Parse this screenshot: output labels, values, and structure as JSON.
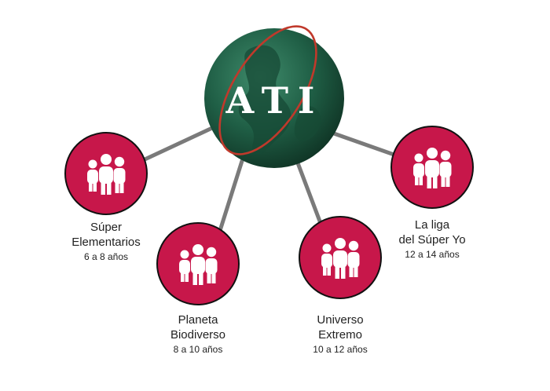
{
  "hub": {
    "title": "ATI"
  },
  "groups": [
    {
      "name_line1": "Súper",
      "name_line2": "Elementarios",
      "age": "6 a 8 años"
    },
    {
      "name_line1": "Planeta",
      "name_line2": "Biodiverso",
      "age": "8 a 10 años"
    },
    {
      "name_line1": "Universo",
      "name_line2": "Extremo",
      "age": "10 a 12 años"
    },
    {
      "name_line1": "La liga",
      "name_line2": "del Súper Yo",
      "age": "12 a 14 años"
    }
  ],
  "colors": {
    "globe": "#1f5e45",
    "globe_dark": "#123b2b",
    "orbit": "#c0392b",
    "node": "#c7174a",
    "node_border": "#111111",
    "connector": "#7a7a7a"
  },
  "icons": {
    "node_icon": "family-group-icon"
  }
}
